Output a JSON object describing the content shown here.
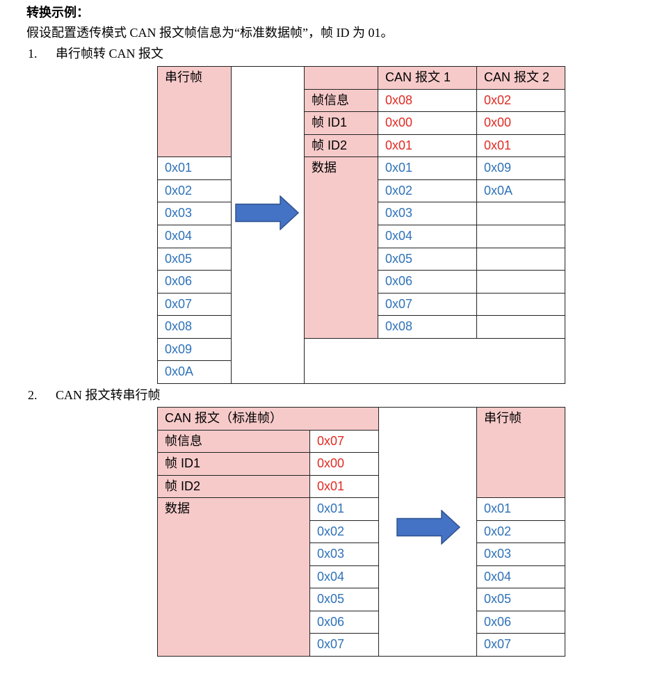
{
  "heading": "转换示例：",
  "intro": "假设配置透传模式 CAN 报文帧信息为“标准数据帧”，帧 ID 为 01。",
  "colors": {
    "header_fill": "#F7CACA",
    "header_value": "#E02A22",
    "data_value": "#2E72B8",
    "grid_line": "#222222",
    "arrow_fill": "#4472C4",
    "arrow_stroke": "#2F528F",
    "text": "#000000"
  },
  "icons": {
    "transfer_arrow": "right-block-arrow-icon"
  },
  "section1": {
    "number": "1.",
    "title": "串行帧转 CAN 报文",
    "serial_frame": {
      "header": "串行帧",
      "bytes": [
        "0x01",
        "0x02",
        "0x03",
        "0x04",
        "0x05",
        "0x06",
        "0x07",
        "0x08",
        "0x09",
        "0x0A"
      ]
    },
    "can_table": {
      "field_labels": {
        "frame_info": "帧信息",
        "frame_id1": "帧 ID1",
        "frame_id2": "帧 ID2",
        "data": "数据"
      },
      "messages": [
        {
          "name": "CAN 报文 1",
          "frame_info": "0x08",
          "frame_id1": "0x00",
          "frame_id2": "0x01",
          "data": [
            "0x01",
            "0x02",
            "0x03",
            "0x04",
            "0x05",
            "0x06",
            "0x07",
            "0x08"
          ]
        },
        {
          "name": "CAN 报文 2",
          "frame_info": "0x02",
          "frame_id1": "0x00",
          "frame_id2": "0x01",
          "data": [
            "0x09",
            "0x0A"
          ]
        }
      ]
    }
  },
  "section2": {
    "number": "2.",
    "title": "CAN 报文转串行帧",
    "can_message": {
      "header": "CAN 报文（标准帧）",
      "field_labels": {
        "frame_info": "帧信息",
        "frame_id1": "帧 ID1",
        "frame_id2": "帧 ID2",
        "data": "数据"
      },
      "frame_info": "0x07",
      "frame_id1": "0x00",
      "frame_id2": "0x01",
      "data": [
        "0x01",
        "0x02",
        "0x03",
        "0x04",
        "0x05",
        "0x06",
        "0x07"
      ]
    },
    "serial_frame": {
      "header": "串行帧",
      "bytes": [
        "0x01",
        "0x02",
        "0x03",
        "0x04",
        "0x05",
        "0x06",
        "0x07"
      ]
    }
  }
}
